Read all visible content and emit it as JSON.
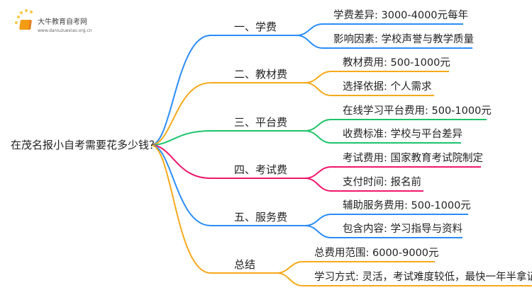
{
  "logo": {
    "title": "大牛教育自考网",
    "url": "www.daniuzuexiao.org.cn"
  },
  "root": "在茂名报小自考需要花多少钱？",
  "colors": {
    "blue": "#2b8cf7",
    "orange": "#f6a91b",
    "green": "#1dc36b",
    "pink": "#f0176b"
  },
  "branches": [
    {
      "label": "一、学费",
      "color": "#2b8cf7",
      "leaves": [
        "学费差异: 3000-4000元每年",
        "影响因素: 学校声誉与教学质量"
      ]
    },
    {
      "label": "二、教材费",
      "color": "#f6a91b",
      "leaves": [
        "教材费用: 500-1000元",
        "选择依据: 个人需求"
      ]
    },
    {
      "label": "三、平台费",
      "color": "#1dc36b",
      "leaves": [
        "在线学习平台费用: 500-1000元",
        "收费标准: 学校与平台差异"
      ]
    },
    {
      "label": "四、考试费",
      "color": "#f0176b",
      "leaves": [
        "考试费用: 国家教育考试院制定",
        "支付时间: 报名前"
      ]
    },
    {
      "label": "五、服务费",
      "color": "#2b8cf7",
      "leaves": [
        "辅助服务费用: 500-1000元",
        "包含内容: 学习指导与资料"
      ]
    },
    {
      "label": "总结",
      "color": "#f6a91b",
      "leaves": [
        "总费用范围: 6000-9000元",
        "学习方式: 灵活，考试难度较低，最快一年半拿证"
      ]
    }
  ]
}
